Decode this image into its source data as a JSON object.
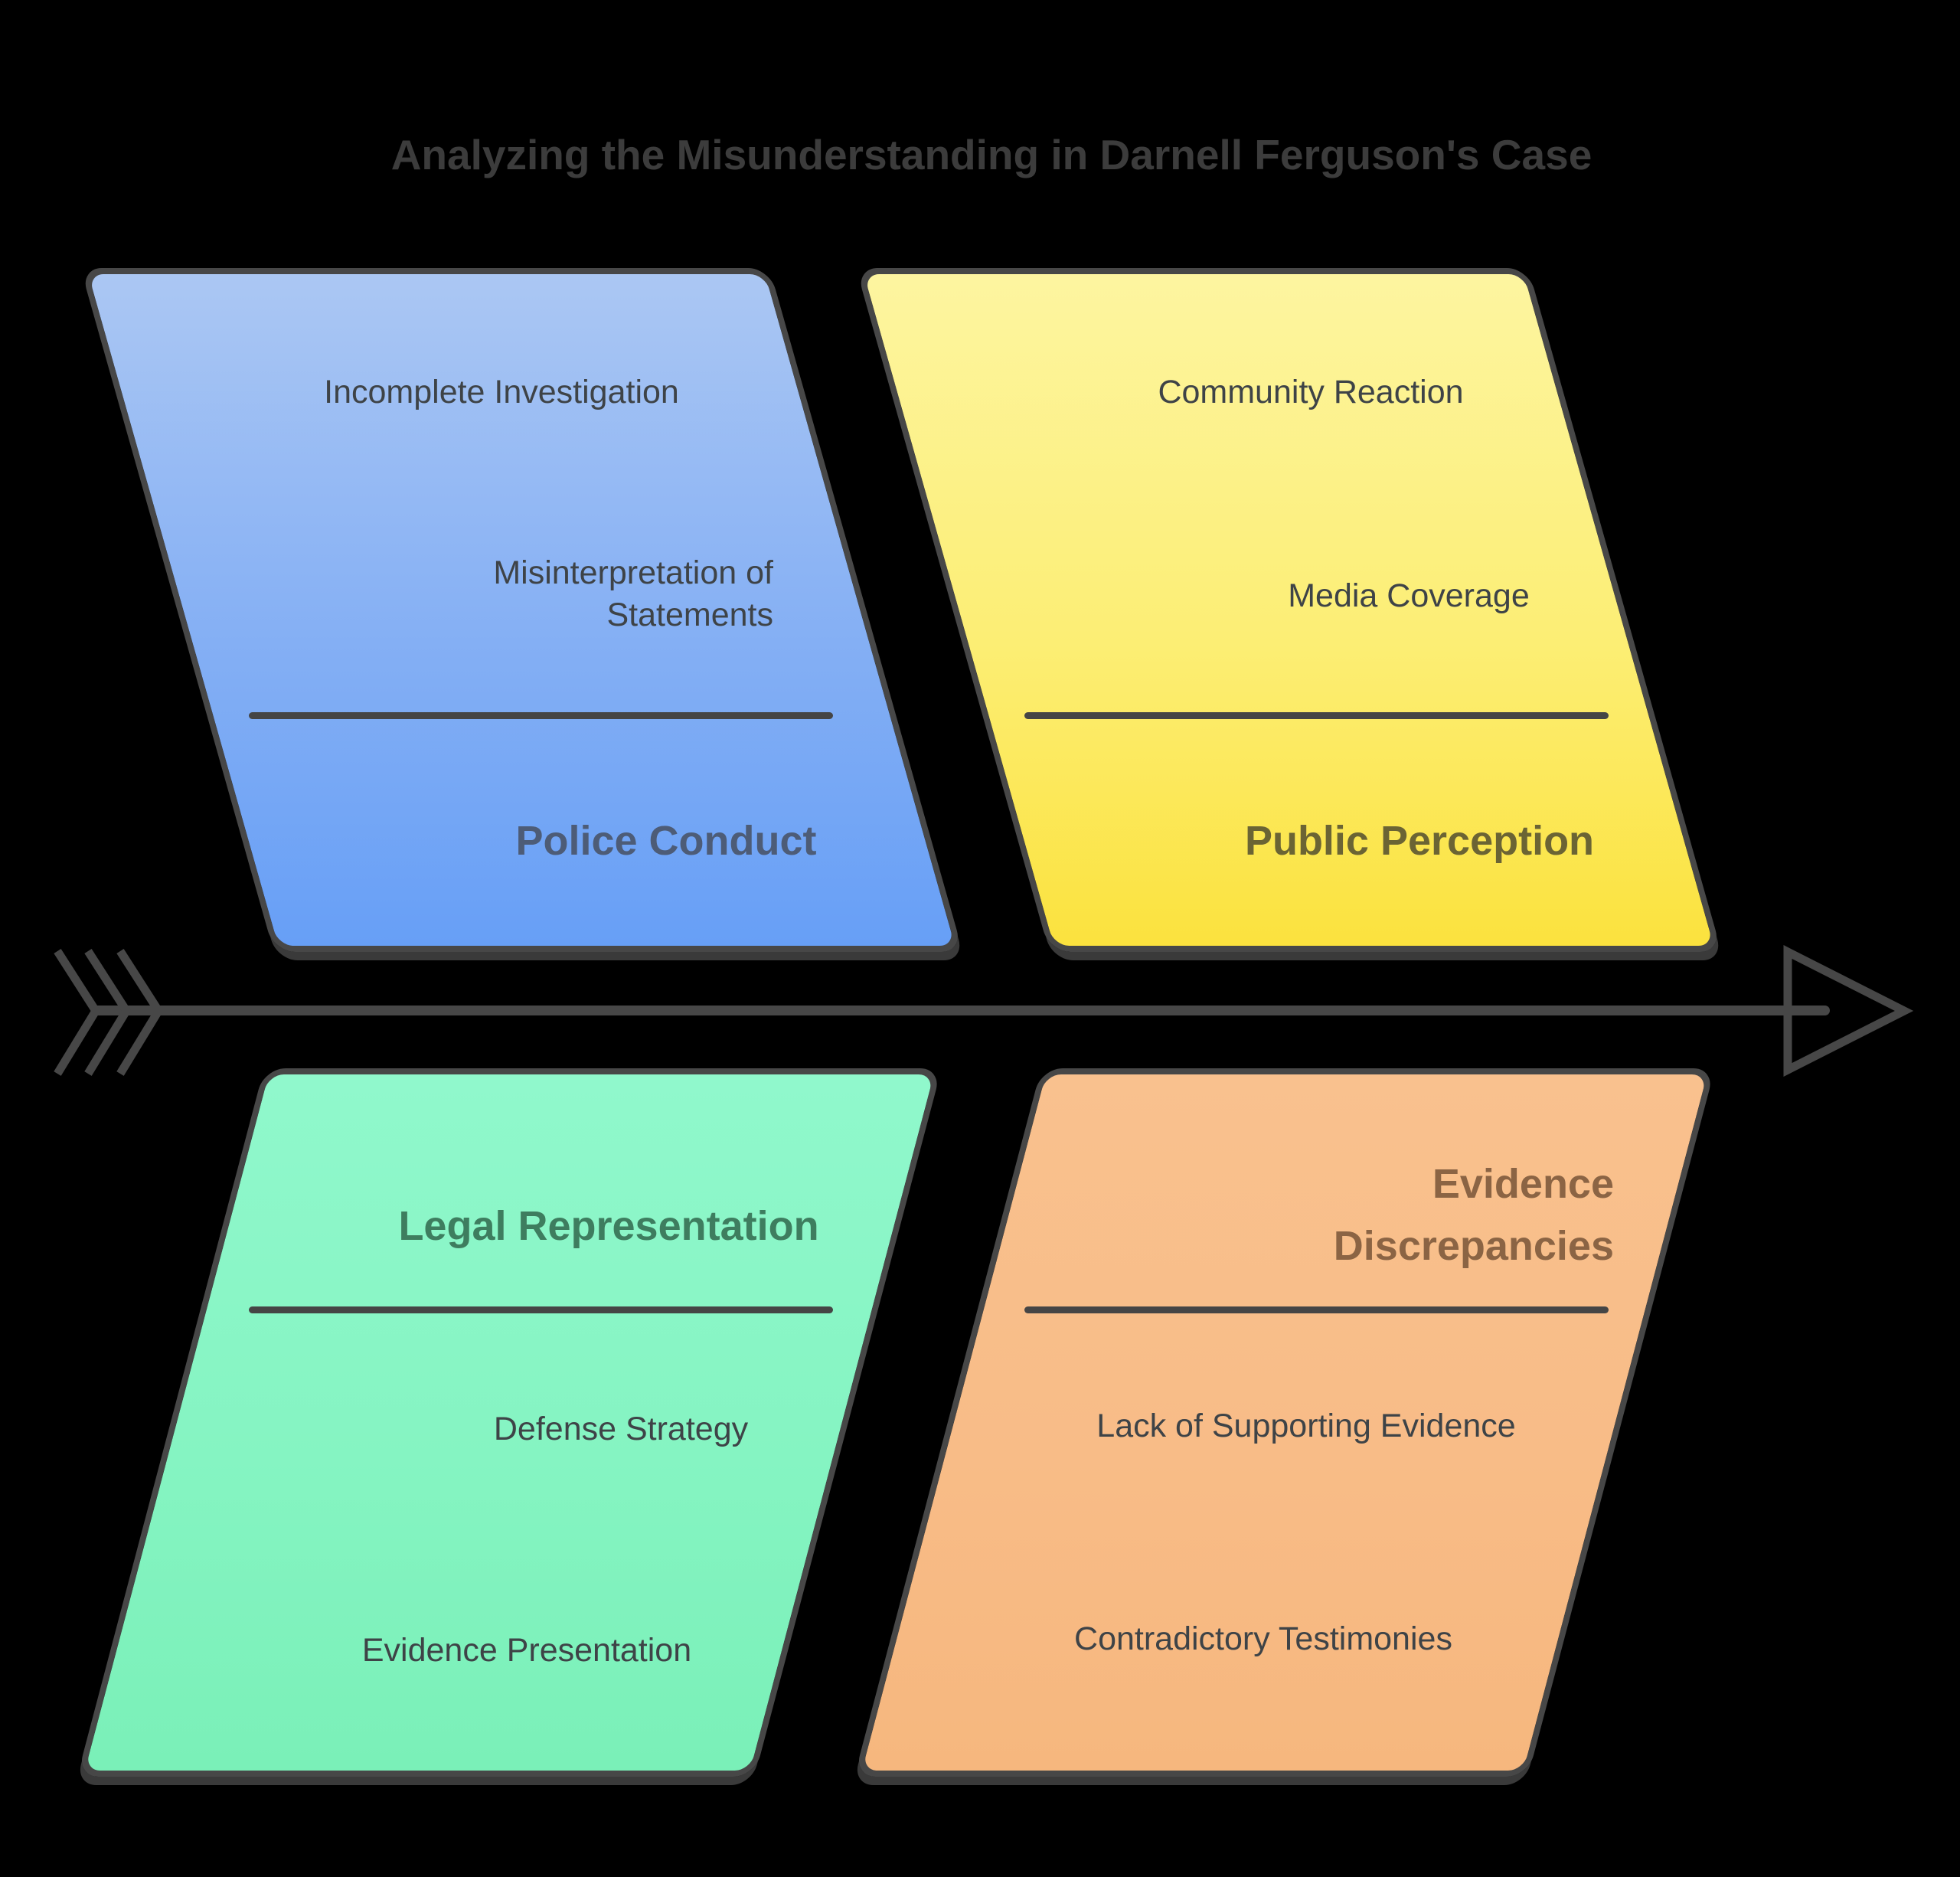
{
  "title": "Analyzing the Misunderstanding in Darnell Ferguson's Case",
  "diagram": {
    "type": "fishbone-cause-effect",
    "spine_direction": "right",
    "branches": [
      {
        "id": "police-conduct",
        "label": "Police Conduct",
        "position": "top-left",
        "fill_top": "#abc7f3",
        "fill_bottom": "#679ff6",
        "label_color": "#4d5c77",
        "items": [
          "Incomplete Investigation",
          "Misinterpretation of\nStatements"
        ]
      },
      {
        "id": "public-perception",
        "label": "Public Perception",
        "position": "top-right",
        "fill_top": "#fdf5a0",
        "fill_bottom": "#fbe23e",
        "label_color": "#6b6434",
        "items": [
          "Community Reaction",
          "Media Coverage"
        ]
      },
      {
        "id": "legal-representation",
        "label": "Legal Representation",
        "position": "bottom-left",
        "fill_top": "#90f8cc",
        "fill_bottom": "#7af0b8",
        "label_color": "#3e7d5f",
        "items": [
          "Defense Strategy",
          "Evidence Presentation"
        ]
      },
      {
        "id": "evidence-discrepancies",
        "label": "Evidence\nDiscrepancies",
        "position": "bottom-right",
        "fill_top": "#f9c18e",
        "fill_bottom": "#f6b77e",
        "label_color": "#8b6444",
        "items": [
          "Lack of Supporting Evidence",
          "Contradictory Testimonies"
        ]
      }
    ],
    "colors": {
      "background": "#000000",
      "stroke": "#474747",
      "divider": "#454545",
      "item_text": "#3e4347",
      "title_text": "#3c3c3c"
    }
  }
}
